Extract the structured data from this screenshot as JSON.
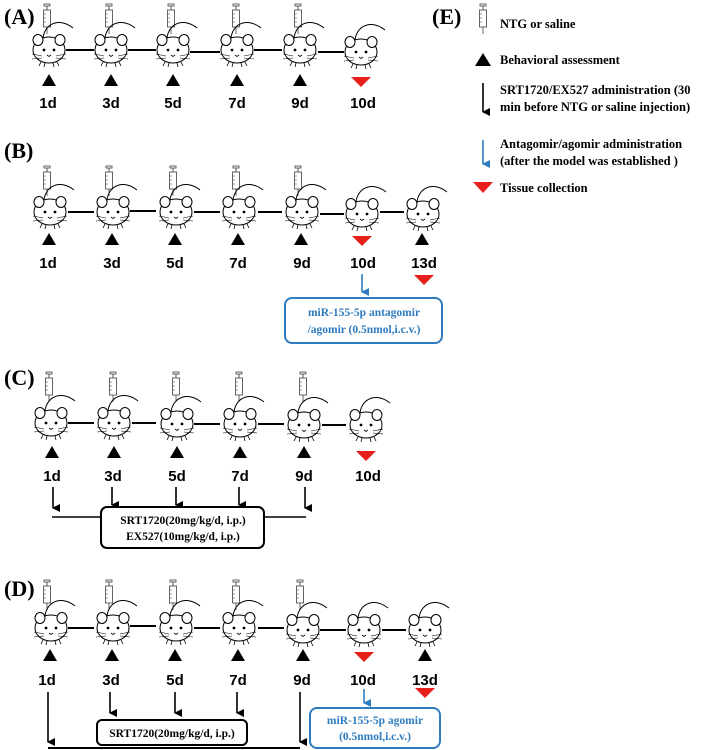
{
  "colors": {
    "black": "#000000",
    "blue": "#2e7bc0",
    "red": "#e8201b"
  },
  "icons": {
    "injection": "syringe-icon",
    "animal": "mouse-icon",
    "assessment": "black-triangle-up",
    "collection": "red-triangle-down"
  },
  "panels": {
    "A": {
      "label": "(A)",
      "days": [
        "1d",
        "3d",
        "5d",
        "7d",
        "9d",
        "10d"
      ]
    },
    "B": {
      "label": "(B)",
      "days": [
        "1d",
        "3d",
        "5d",
        "7d",
        "9d",
        "10d",
        "13d"
      ],
      "box": {
        "line1": "miR-155-5p antagomir",
        "line2": "/agomir (0.5nmol,i.c.v.)"
      }
    },
    "C": {
      "label": "(C)",
      "days": [
        "1d",
        "3d",
        "5d",
        "7d",
        "9d",
        "10d"
      ],
      "box": {
        "line1": "SRT1720(20mg/kg/d, i.p.)",
        "line2": "EX527(10mg/kg/d, i.p.)"
      }
    },
    "D": {
      "label": "(D)",
      "days": [
        "1d",
        "3d",
        "5d",
        "7d",
        "9d",
        "10d",
        "13d"
      ],
      "box_black": "SRT1720(20mg/kg/d, i.p.)",
      "box_blue": {
        "line1": "miR-155-5p agomir",
        "line2": "(0.5nmol,i.c.v.)"
      }
    }
  },
  "legend": {
    "label": "(E)",
    "items": [
      {
        "text": "NTG or saline"
      },
      {
        "text": "Behavioral assessment"
      },
      {
        "line1": "SRT1720/EX527 administration (30",
        "line2": "min before NTG or saline injection)"
      },
      {
        "line1": "Antagomir/agomir administration",
        "line2": "(after the model was established )"
      },
      {
        "text": "Tissue collection"
      }
    ]
  }
}
